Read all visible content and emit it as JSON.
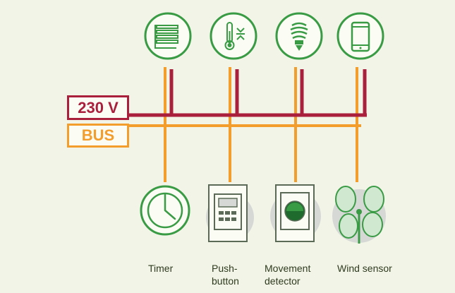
{
  "lines": {
    "power_label": "230 V",
    "bus_label": "BUS"
  },
  "actuators": [
    {
      "icon": "blinds-icon"
    },
    {
      "icon": "thermostat-icon"
    },
    {
      "icon": "light-bulb-icon"
    },
    {
      "icon": "smartphone-icon"
    }
  ],
  "sensors": [
    {
      "icon": "timer-icon",
      "label": "Timer"
    },
    {
      "icon": "push-button-icon",
      "label_line1": "Push-",
      "label_line2": "button"
    },
    {
      "icon": "movement-detector-icon",
      "label_line1": "Movement",
      "label_line2": "detector"
    },
    {
      "icon": "wind-sensor-icon",
      "label": "Wind sensor"
    }
  ],
  "colors": {
    "power": "#a91f3c",
    "bus": "#f29d2c",
    "icon_green": "#3a9b45",
    "background": "#f1f4e6"
  }
}
